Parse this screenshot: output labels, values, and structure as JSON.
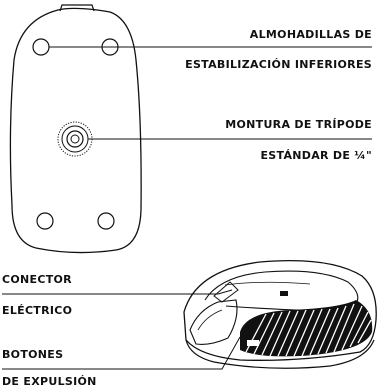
{
  "labels": {
    "pads_line1": "ALMOHADILLAS DE",
    "pads_line2": "ESTABILIZACIÓN INFERIORES",
    "mount_line1": "MONTURA DE TRÍPODE",
    "mount_line2": "ESTÁNDAR DE ¼\"",
    "conn_line1": "CONECTOR",
    "conn_line2": "ELÉCTRICO",
    "eject_line1": "BOTONES",
    "eject_line2": "DE EXPULSIÓN"
  },
  "colors": {
    "stroke": "#111111",
    "background": "#ffffff"
  }
}
